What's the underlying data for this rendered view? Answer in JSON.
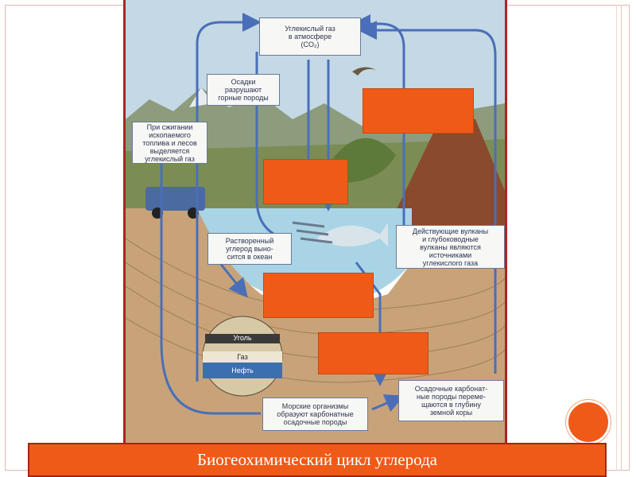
{
  "boxes": {
    "co2_atmosphere": "Углекислый газ\nв атмосфере\n(CO₂)",
    "precipitation": "Осадки\nразрушают\nгорные породы",
    "fuel_burning": "При сжигании\nископаемого\nтоплива и лесов\nвыделяется\nуглекислый газ",
    "dissolved_carbon": "Растворенный\nуглерод выно-\nсится в океан",
    "volcanoes": "Действующие вулканы\nи глубоководные\nвулканы являются\nисточниками\nуглекислого газа",
    "marine_organisms": "Морские организмы\nобразуют карбонатные\nосадочные породы",
    "carbonate_rocks": "Осадочные карбонат-\nные породы переме-\nщаются в глубину\nземной коры"
  },
  "fuels": {
    "coal": "Уголь",
    "gas": "Газ",
    "oil": "Нефть"
  },
  "caption": "Биогеохимический цикл углерода",
  "colors": {
    "accent": "#f05a18",
    "arrow": "#4a6fb8",
    "sky": "#bcd3e3",
    "water": "#a9d4e6",
    "earth": "#c8a37a"
  }
}
